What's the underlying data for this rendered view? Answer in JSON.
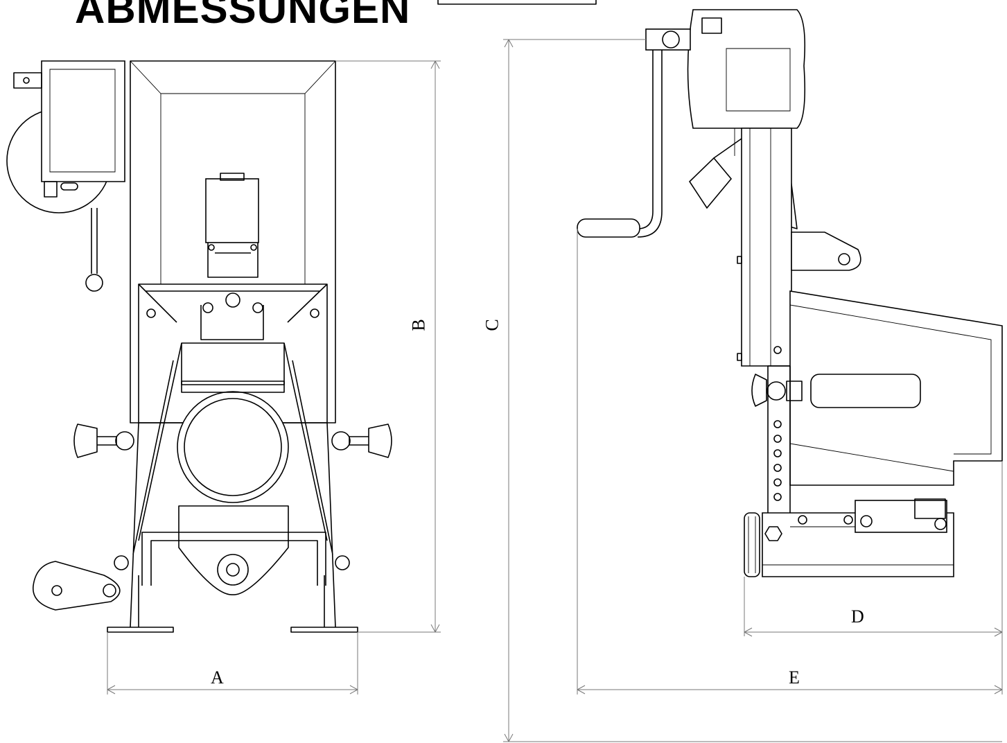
{
  "title": "ABMESSUNGEN",
  "dimensions": {
    "a": "A",
    "b": "B",
    "c": "C",
    "d": "D",
    "e": "E"
  },
  "colors": {
    "line": "#000000",
    "dimension_line": "#777777",
    "background": "#ffffff"
  }
}
